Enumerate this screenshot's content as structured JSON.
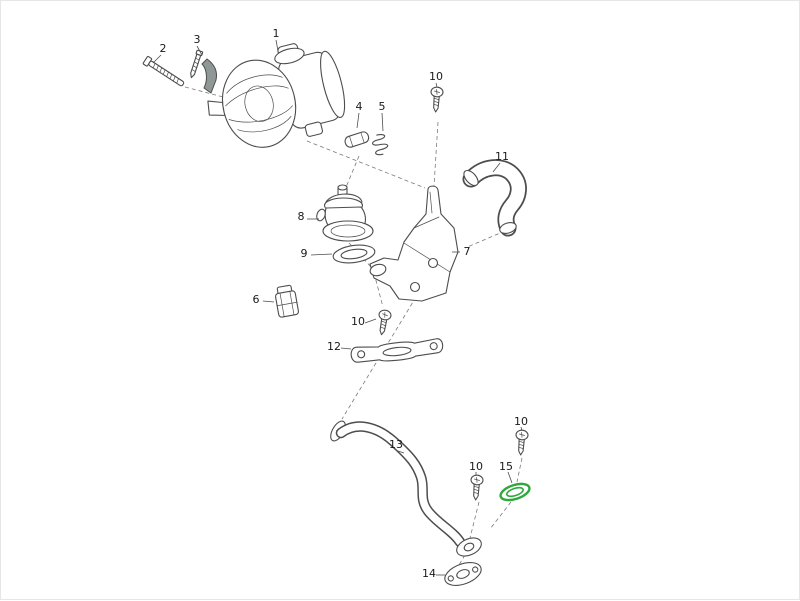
{
  "diagram": {
    "background": "#ffffff",
    "line_color": "#4d4d4d",
    "dash_color": "#7a7a7a",
    "label_color": "#1a1a1a",
    "highlight_color": "#2fa83c",
    "highlighted_callout": "15"
  },
  "callouts": [
    {
      "text": "2",
      "part": "mounting-bolt"
    },
    {
      "text": "3",
      "part": "screw-with-retainer"
    },
    {
      "text": "1",
      "part": "secondary-air-pump"
    },
    {
      "text": "10",
      "part": "screw"
    },
    {
      "text": "4",
      "part": "rubber-mount"
    },
    {
      "text": "5",
      "part": "spring"
    },
    {
      "text": "11",
      "part": "air-hose"
    },
    {
      "text": "8",
      "part": "shutoff-valve"
    },
    {
      "text": "9",
      "part": "seal"
    },
    {
      "text": "7",
      "part": "mounting-bracket"
    },
    {
      "text": "6",
      "part": "retaining-clip"
    },
    {
      "text": "10",
      "part": "screw"
    },
    {
      "text": "12",
      "part": "gasket"
    },
    {
      "text": "13",
      "part": "air-pipe"
    },
    {
      "text": "10",
      "part": "screw"
    },
    {
      "text": "10",
      "part": "screw"
    },
    {
      "text": "15",
      "part": "gasket-highlighted"
    },
    {
      "text": "14",
      "part": "flange"
    }
  ]
}
